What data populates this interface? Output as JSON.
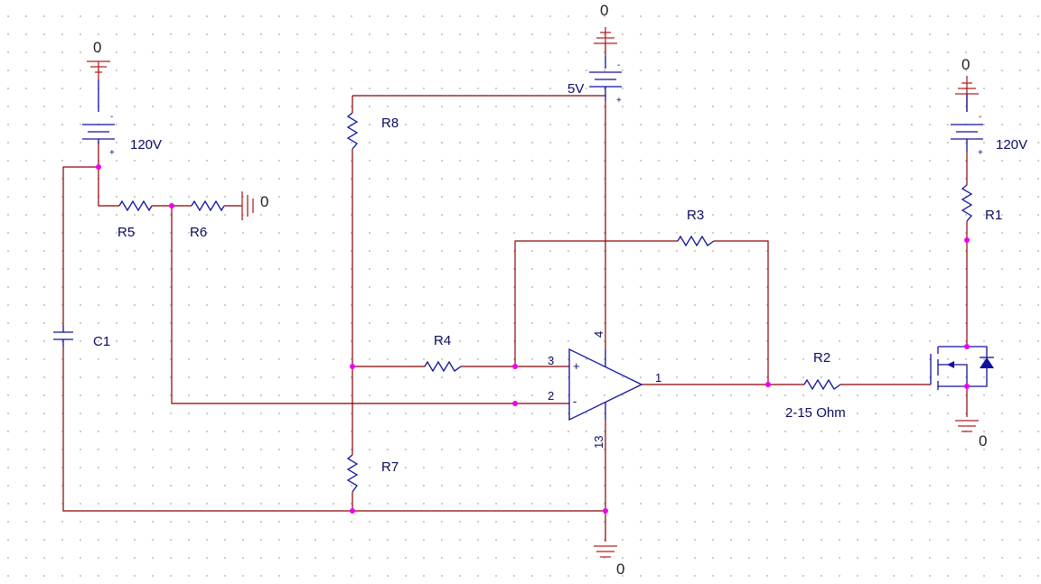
{
  "components": {
    "resistors": {
      "r1": "R1",
      "r2": "R2",
      "r3": "R3",
      "r4": "R4",
      "r5": "R5",
      "r6": "R6",
      "r7": "R7",
      "r8": "R8"
    },
    "r2_value": "2-15  Ohm",
    "capacitor": "C1",
    "sources": {
      "left": "120V",
      "top": "5V",
      "right": "120V"
    },
    "battery_signs": {
      "plus": "+",
      "minus": "-"
    }
  },
  "opamp": {
    "pin_noninverting": "3",
    "pin_inverting": "2",
    "pin_output": "1",
    "pin_vplus": "4",
    "pin_vminus": "13",
    "sign_plus": "+",
    "sign_minus": "-"
  },
  "ground_label": "0",
  "colors": {
    "wire": "#8b0000",
    "component": "#1010a0",
    "junction": "#ee00ee",
    "ground": "#b22222"
  }
}
